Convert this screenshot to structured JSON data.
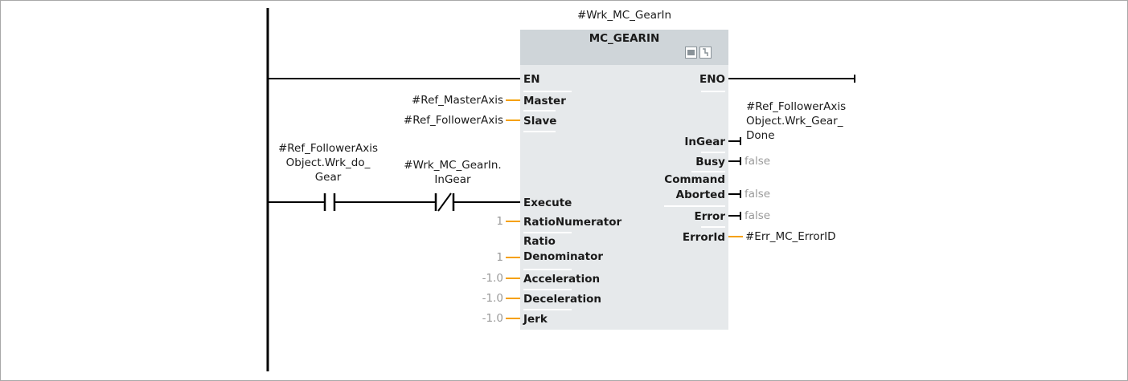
{
  "instance_name": "#Wrk_MC_GearIn",
  "block": {
    "type_name": "MC_GEARIN",
    "icons": [
      "block-instance-icon",
      "block-type-icon"
    ],
    "inputs": [
      {
        "name": "EN"
      },
      {
        "name": "Master",
        "parameter": "#Ref_MasterAxis"
      },
      {
        "name": "Slave",
        "parameter": "#Ref_FollowerAxis"
      },
      {
        "name": "Execute"
      },
      {
        "name": "RatioNumerator",
        "parameter": "1"
      },
      {
        "name_line1": "Ratio",
        "name_line2": "Denominator",
        "parameter": "1"
      },
      {
        "name": "Acceleration",
        "parameter": "-1.0"
      },
      {
        "name": "Deceleration",
        "parameter": "-1.0"
      },
      {
        "name": "Jerk",
        "parameter": "-1.0"
      }
    ],
    "outputs": [
      {
        "name": "ENO"
      },
      {
        "name": "InGear",
        "parameter_lines": [
          "#Ref_FollowerAxis",
          "Object.Wrk_Gear_",
          "Done"
        ]
      },
      {
        "name": "Busy",
        "parameter": "false"
      },
      {
        "name_line1": "Command",
        "name_line2": "Aborted",
        "parameter": "false"
      },
      {
        "name": "Error",
        "parameter": "false"
      },
      {
        "name": "ErrorId",
        "parameter": "#Err_MC_ErrorID"
      }
    ]
  },
  "contacts": [
    {
      "type": "normally-open",
      "operand_lines": [
        "#Ref_FollowerAxis",
        "Object.Wrk_do_",
        "Gear"
      ]
    },
    {
      "type": "normally-closed",
      "operand_lines": [
        "#Wrk_MC_GearIn.",
        "InGear"
      ]
    }
  ],
  "colors": {
    "wire": "#000000",
    "parameter_connection": "#f5a000",
    "block_header": "#cfd5d9",
    "block_body": "#e6e9eb",
    "unconnected_value": "#9a9a9a"
  }
}
